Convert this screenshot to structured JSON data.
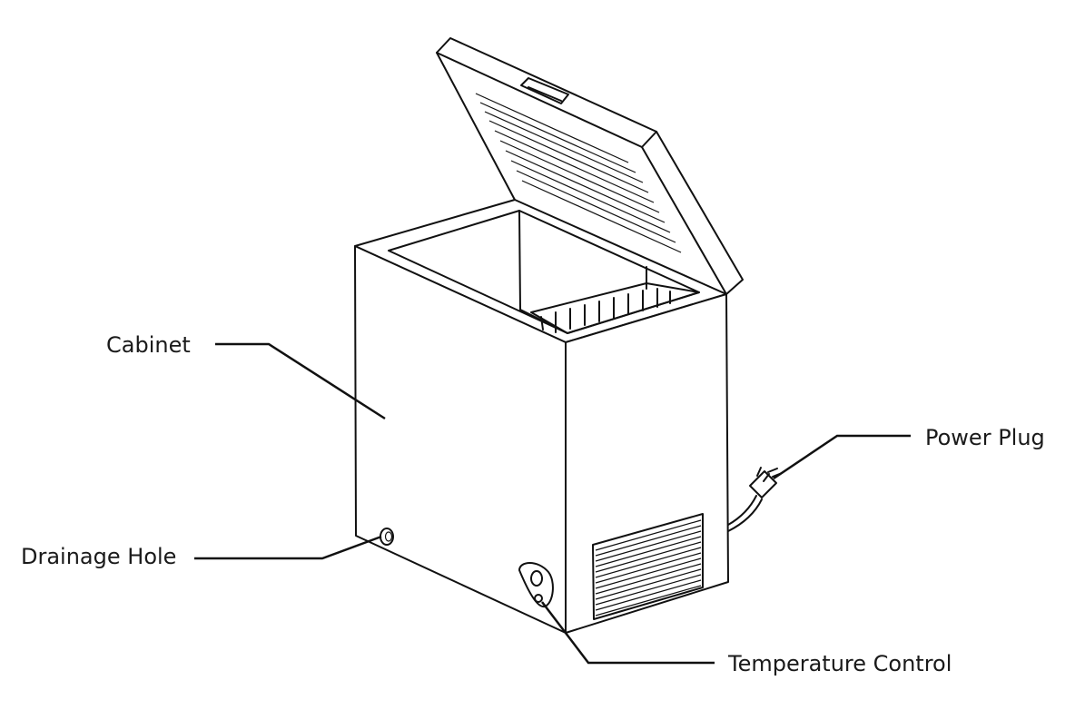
{
  "diagram": {
    "labels": {
      "cabinet": "Cabinet",
      "power_plug": "Power Plug",
      "drainage_hole": "Drainage Hole",
      "temperature_control": "Temperature Control"
    },
    "line_color": "#111111",
    "background_color": "#ffffff"
  }
}
